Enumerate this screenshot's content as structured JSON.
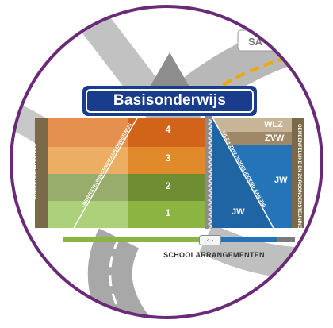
{
  "title": "Basisonderwijs",
  "road_sign_partial": "SA",
  "levels": [
    "4",
    "3",
    "2",
    "1"
  ],
  "left_column_label": "BASISONDERSTEUNING",
  "right_column_label": "GEMEENTELIJKE EN ZORGONDERSTEUNING",
  "triangle_diagonal_label": "ONDERSTEUNINGSNIVEAUS ONDERWIJS",
  "right_diagonal_label": "WLZ + ZVW (VOORLIGGEND AAN JW)",
  "right_bands": [
    "WLZ",
    "ZVW",
    "JW"
  ],
  "bottom_right_label": "JW",
  "caption": "SCHOOLARRANGEMENTEN",
  "slider_glyph": "‹ ›",
  "colors": {
    "sign_blue": "#1a3c8c",
    "level4": "#d2641a",
    "level3": "#e08a2c",
    "level2": "#6f8d33",
    "level1": "#8cb443",
    "blue": "#2574b8",
    "tan": "#c8b497",
    "taupe": "#9e8867",
    "road_gray": "#b4b4b4",
    "circle_border": "#6a2a78"
  }
}
